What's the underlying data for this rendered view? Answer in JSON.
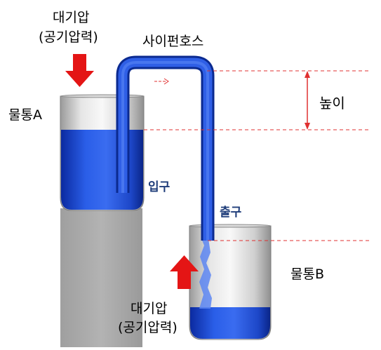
{
  "labels": {
    "pressure_top_line1": "대기압",
    "pressure_top_line2": "(공기압력)",
    "siphon_hose": "사이펀호스",
    "tank_a": "물통A",
    "height": "높이",
    "inlet": "입구",
    "outlet": "출구",
    "tank_b": "물통B",
    "pressure_bottom_line1": "대기압",
    "pressure_bottom_line2": "(공기압력)"
  },
  "colors": {
    "water": "#1f4fd6",
    "water_dark": "#0a2a9c",
    "hose": "#1c4fd9",
    "arrow": "#e41515",
    "guide_line": "#e03030",
    "tank_wall": "#c8c8c8",
    "stand": "#a9a9a9"
  },
  "icons": {
    "pressure_arrow_top": "arrow-down-icon",
    "pressure_arrow_bottom": "arrow-up-icon",
    "flow_arrow": "arrow-right-icon"
  }
}
